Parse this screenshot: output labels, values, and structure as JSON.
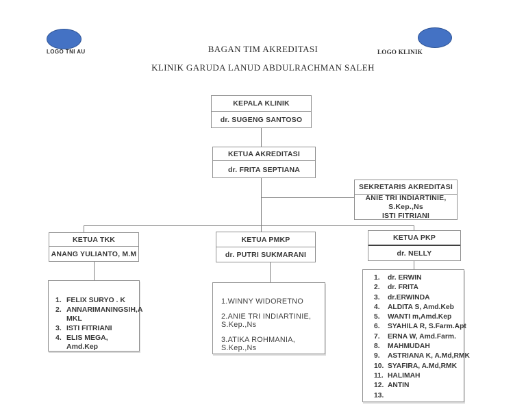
{
  "header": {
    "logo_left_label": "LOGO TNI AU",
    "logo_right_label": "LOGO KLINIK",
    "logo_color": "#4472c4",
    "logo_border_color": "#2f5597",
    "title_line1": "BAGAN TIM AKREDITASI",
    "title_line2": "KLINIK GARUDA LANUD ABDULRACHMAN SALEH"
  },
  "nodes": {
    "kepala": {
      "title": "KEPALA KLINIK",
      "name": "dr. SUGENG SANTOSO"
    },
    "ketua_akreditasi": {
      "title": "KETUA AKREDITASI",
      "name": "dr. FRITA SEPTIANA"
    },
    "sekretaris": {
      "title": "SEKRETARIS AKREDITASI",
      "name_line1": "ANIE TRI INDIARTINIE, S.Kep.,Ns",
      "name_line2": "ISTI FITRIANI"
    },
    "ketua_tkk": {
      "title": "KETUA TKK",
      "name": "ANANG YULIANTO, M.M"
    },
    "ketua_pmkp": {
      "title": "KETUA PMKP",
      "name": "dr. PUTRI SUKMARANI"
    },
    "ketua_pkp": {
      "title": "KETUA PKP",
      "name": "dr. NELLY"
    }
  },
  "lists": {
    "tkk": {
      "items": [
        {
          "n": "1.",
          "t": "FELIX SURYO . K"
        },
        {
          "n": "2.",
          "t": "ANNARIMANINGSIH,A\nMKL"
        },
        {
          "n": "3.",
          "t": "ISTI FITRIANI"
        },
        {
          "n": "4.",
          "t": "ELIS MEGA, Amd.Kep"
        }
      ]
    },
    "pmkp": {
      "items": [
        "1.WINNY WIDORETNO",
        "2.ANIE TRI INDIARTINIE,\nS.Kep.,Ns",
        "3.ATIKA ROHMANIA, S.Kep.,Ns"
      ]
    },
    "pkp": {
      "items": [
        {
          "n": "1.",
          "t": "dr. ERWIN"
        },
        {
          "n": "2.",
          "t": "dr. FRITA"
        },
        {
          "n": "3.",
          "t": "dr.ERWINDA"
        },
        {
          "n": "4.",
          "t": "ALDITA S, Amd.Keb"
        },
        {
          "n": "5.",
          "t": "WANTI m,Amd.Kep"
        },
        {
          "n": "6.",
          "t": "SYAHILA R, S.Farm.Apt"
        },
        {
          "n": "7.",
          "t": "ERNA W, Amd.Farm."
        },
        {
          "n": "8.",
          "t": "MAHMUDAH"
        },
        {
          "n": "9.",
          "t": "ASTRIANA K, A.Md,RMK"
        },
        {
          "n": "10.",
          "t": "SYAFIRA, A.Md,RMK"
        },
        {
          "n": "11.",
          "t": "HALIMAH"
        },
        {
          "n": "12.",
          "t": "ANTIN"
        },
        {
          "n": "13.",
          "t": ""
        }
      ]
    }
  }
}
